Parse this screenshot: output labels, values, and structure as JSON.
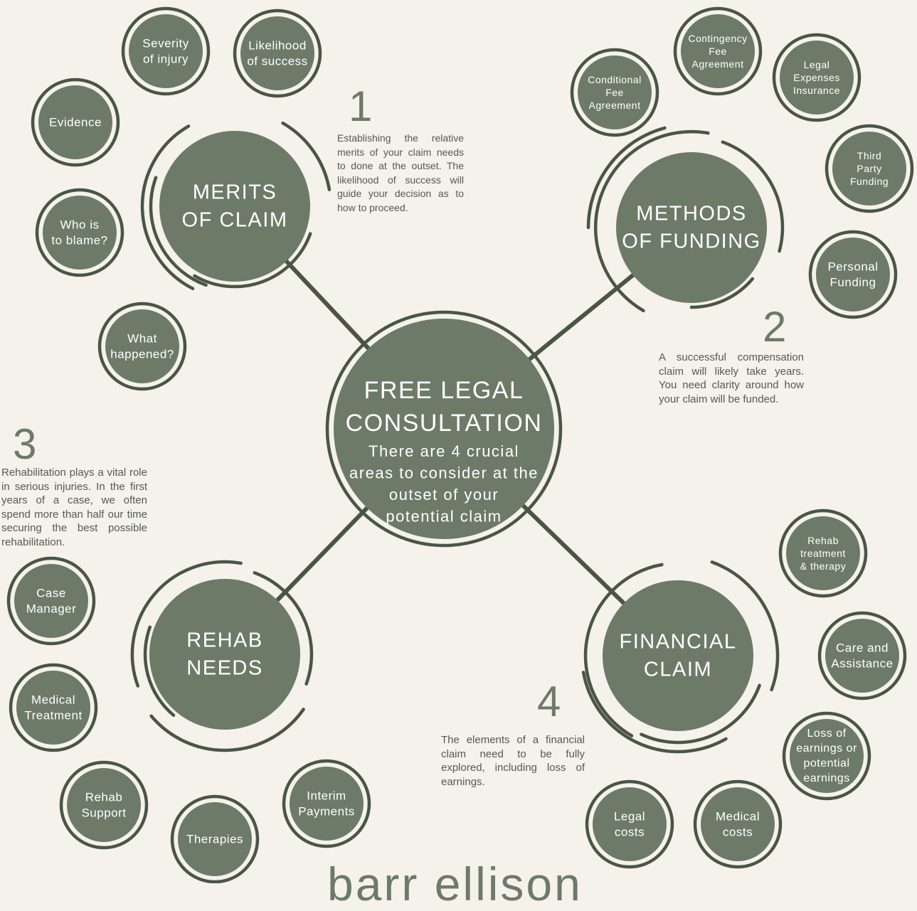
{
  "theme": {
    "background": "#f4f2ea",
    "circle_fill": "#6e7a68",
    "line_color": "#4a5643",
    "text_light": "#ffffff"
  },
  "center": {
    "title": [
      "FREE LEGAL",
      "CONSULTATION"
    ],
    "subtitle": [
      "There are 4 crucial",
      "areas to consider at the",
      "outset of your",
      "potential claim"
    ]
  },
  "sections": [
    {
      "id": "merits",
      "number": "1",
      "title": [
        "MERITS",
        "OF CLAIM"
      ],
      "description": "Establishing the relative merits of your claim needs to done at the outset. The likelihood of success will guide your decision as to how to proceed.",
      "items": [
        {
          "label": [
            "Severity",
            "of injury"
          ]
        },
        {
          "label": [
            "Likelihood",
            "of success"
          ]
        },
        {
          "label": [
            "Evidence"
          ]
        },
        {
          "label": [
            "Who is",
            "to blame?"
          ]
        },
        {
          "label": [
            "What",
            "happened?"
          ]
        }
      ]
    },
    {
      "id": "funding",
      "number": "2",
      "title": [
        "METHODS",
        "OF FUNDING"
      ],
      "description": "A successful compensation claim will likely take years. You need clarity around how your claim will be funded.",
      "items": [
        {
          "label": [
            "Conditional",
            "Fee",
            "Agreement"
          ]
        },
        {
          "label": [
            "Contingency",
            "Fee",
            "Agreement"
          ]
        },
        {
          "label": [
            "Legal",
            "Expenses",
            "Insurance"
          ]
        },
        {
          "label": [
            "Third",
            "Party",
            "Funding"
          ]
        },
        {
          "label": [
            "Personal",
            "Funding"
          ]
        }
      ]
    },
    {
      "id": "rehab",
      "number": "3",
      "title": [
        "REHAB",
        "NEEDS"
      ],
      "description": "Rehabilitation plays a vital role in serious injuries. In the first years of a case, we often spend more than half our time securing the best possible rehabilitation.",
      "items": [
        {
          "label": [
            "Case",
            "Manager"
          ]
        },
        {
          "label": [
            "Medical",
            "Treatment"
          ]
        },
        {
          "label": [
            "Rehab",
            "Support"
          ]
        },
        {
          "label": [
            "Therapies"
          ]
        },
        {
          "label": [
            "Interim",
            "Payments"
          ]
        }
      ]
    },
    {
      "id": "financial",
      "number": "4",
      "title": [
        "FINANCIAL",
        "CLAIM"
      ],
      "description": "The elements of a financial claim need to be fully explored, including loss of earnings.",
      "items": [
        {
          "label": [
            "Rehab",
            "treatment",
            "& therapy"
          ]
        },
        {
          "label": [
            "Care and",
            "Assistance"
          ]
        },
        {
          "label": [
            "Loss of",
            "earnings or",
            "potential",
            "earnings"
          ]
        },
        {
          "label": [
            "Medical",
            "costs"
          ]
        },
        {
          "label": [
            "Legal",
            "costs"
          ]
        }
      ]
    }
  ],
  "brand": "barr ellison"
}
